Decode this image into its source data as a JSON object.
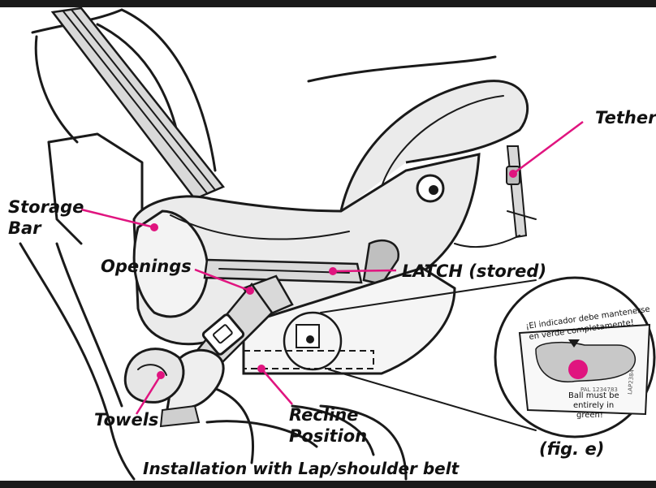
{
  "callouts": {
    "tether": "Tether",
    "storage_bar_line1": "Storage",
    "storage_bar_line2": "Bar",
    "openings": "Openings",
    "latch": "LATCH (stored)",
    "towels": "Towels",
    "recline_line1": "Recline",
    "recline_line2": "Position"
  },
  "indicator": {
    "spanish_line1": "¡El indicador debe mantenerse",
    "spanish_line2": "en verde completamente!",
    "english_line1": "Ball must be",
    "english_line2": "entirely in",
    "english_line3": "green!",
    "tiny_code": "PAL 1234783",
    "tiny_code_2": "LAP2384"
  },
  "caption": "Installation with Lap/shoulder belt",
  "figure_label": "(fig. e)",
  "colors": {
    "leader": "#e0147f",
    "ink": "#1a1a1a",
    "seat_fill": "#ebebeb",
    "strap_fill": "#d9d9d9",
    "indicator_zone": "#c8c8c8"
  }
}
